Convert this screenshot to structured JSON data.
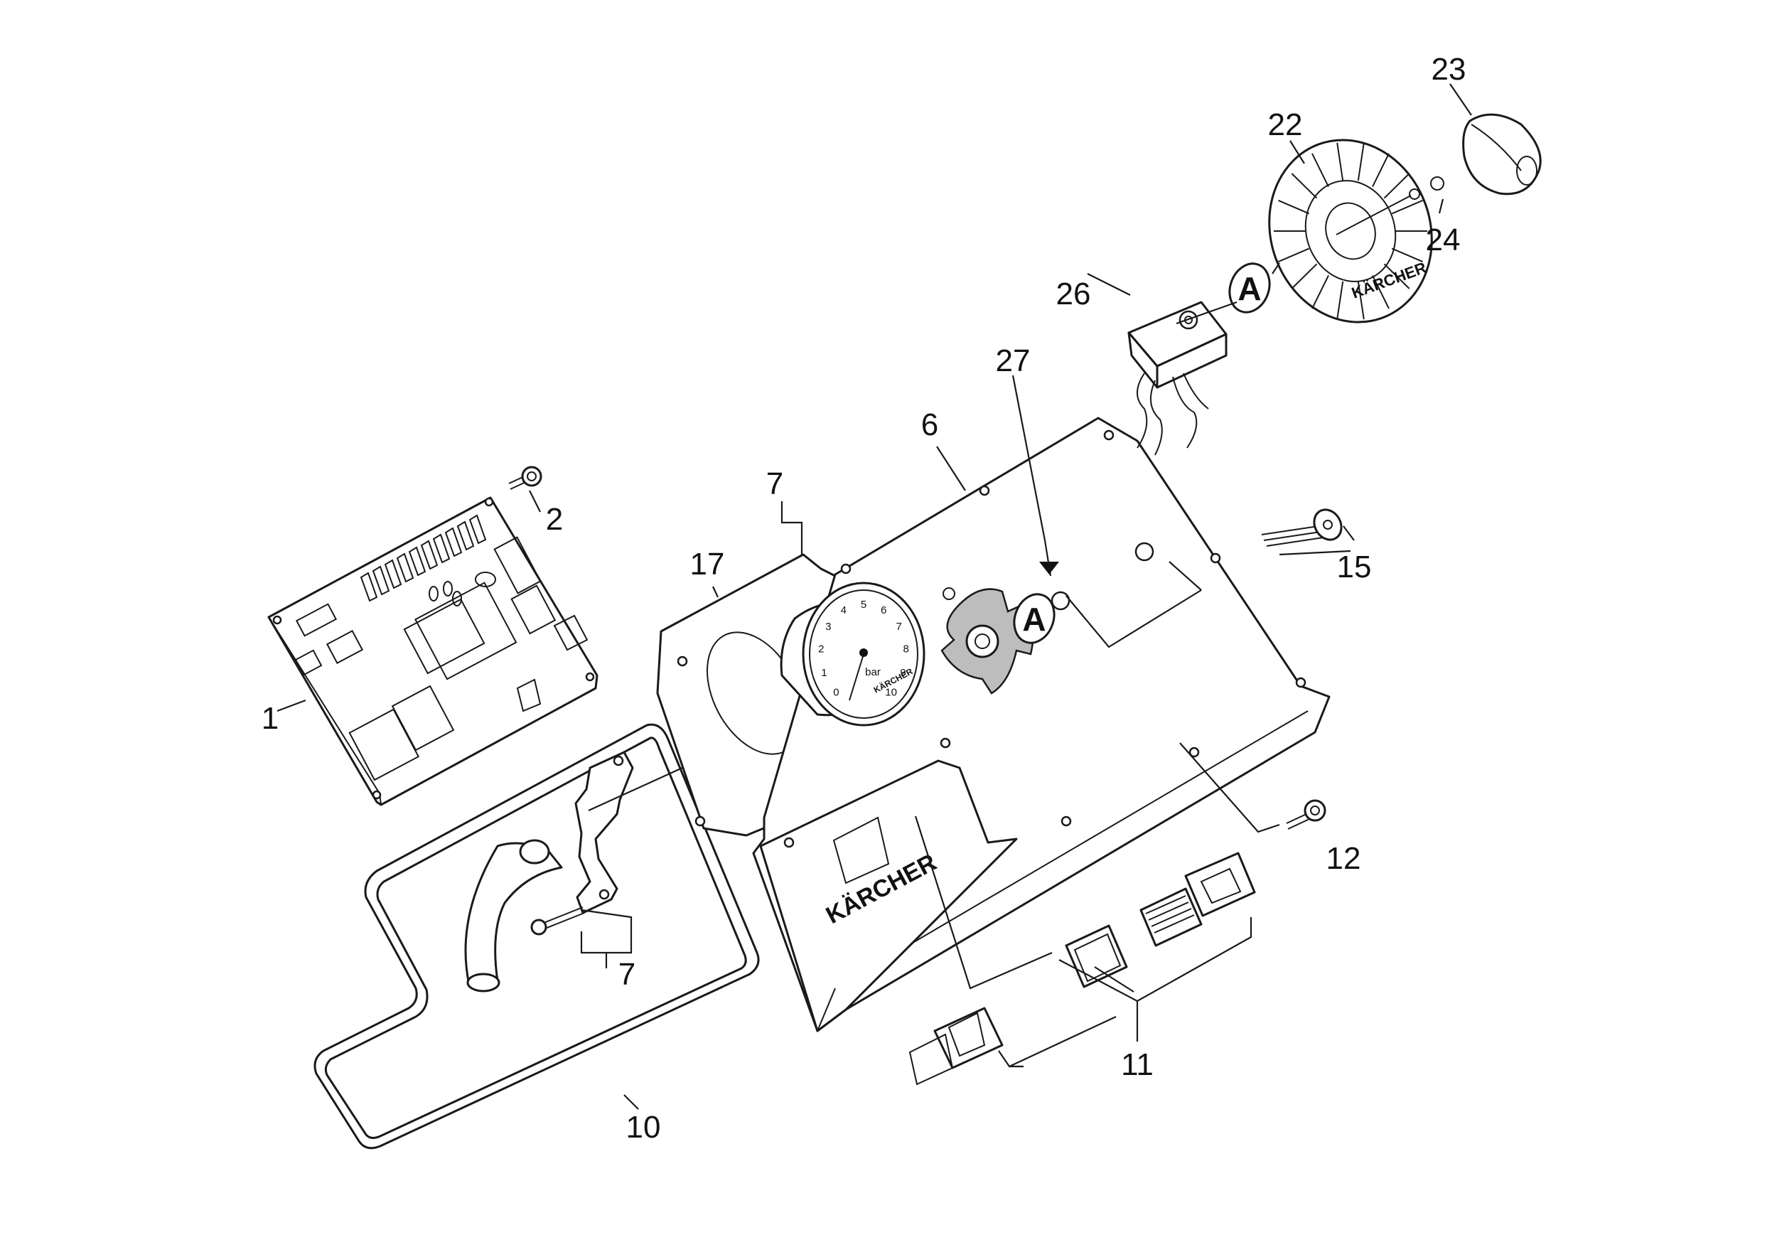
{
  "callouts": {
    "c1": "1",
    "c2": "2",
    "c6": "6",
    "c7a": "7",
    "c7b": "7",
    "c10": "10",
    "c11": "11",
    "c12": "12",
    "c15": "15",
    "c17": "17",
    "c22": "22",
    "c23": "23",
    "c24": "24",
    "c26": "26",
    "c27": "27"
  },
  "markers": {
    "a1": "A",
    "a2": "A"
  },
  "gauge": {
    "ticks": [
      "0",
      "1",
      "2",
      "3",
      "4",
      "5",
      "6",
      "7",
      "8",
      "9",
      "10"
    ],
    "unit": "bar",
    "brand": "KÄRCHER"
  },
  "brand": {
    "panel_logo": "KÄRCHER",
    "knob_logo": "KÄRCHER"
  },
  "colors": {
    "ink": "#1a1a1a",
    "disc_fill": "#bdbdbd",
    "background": "#ffffff"
  }
}
